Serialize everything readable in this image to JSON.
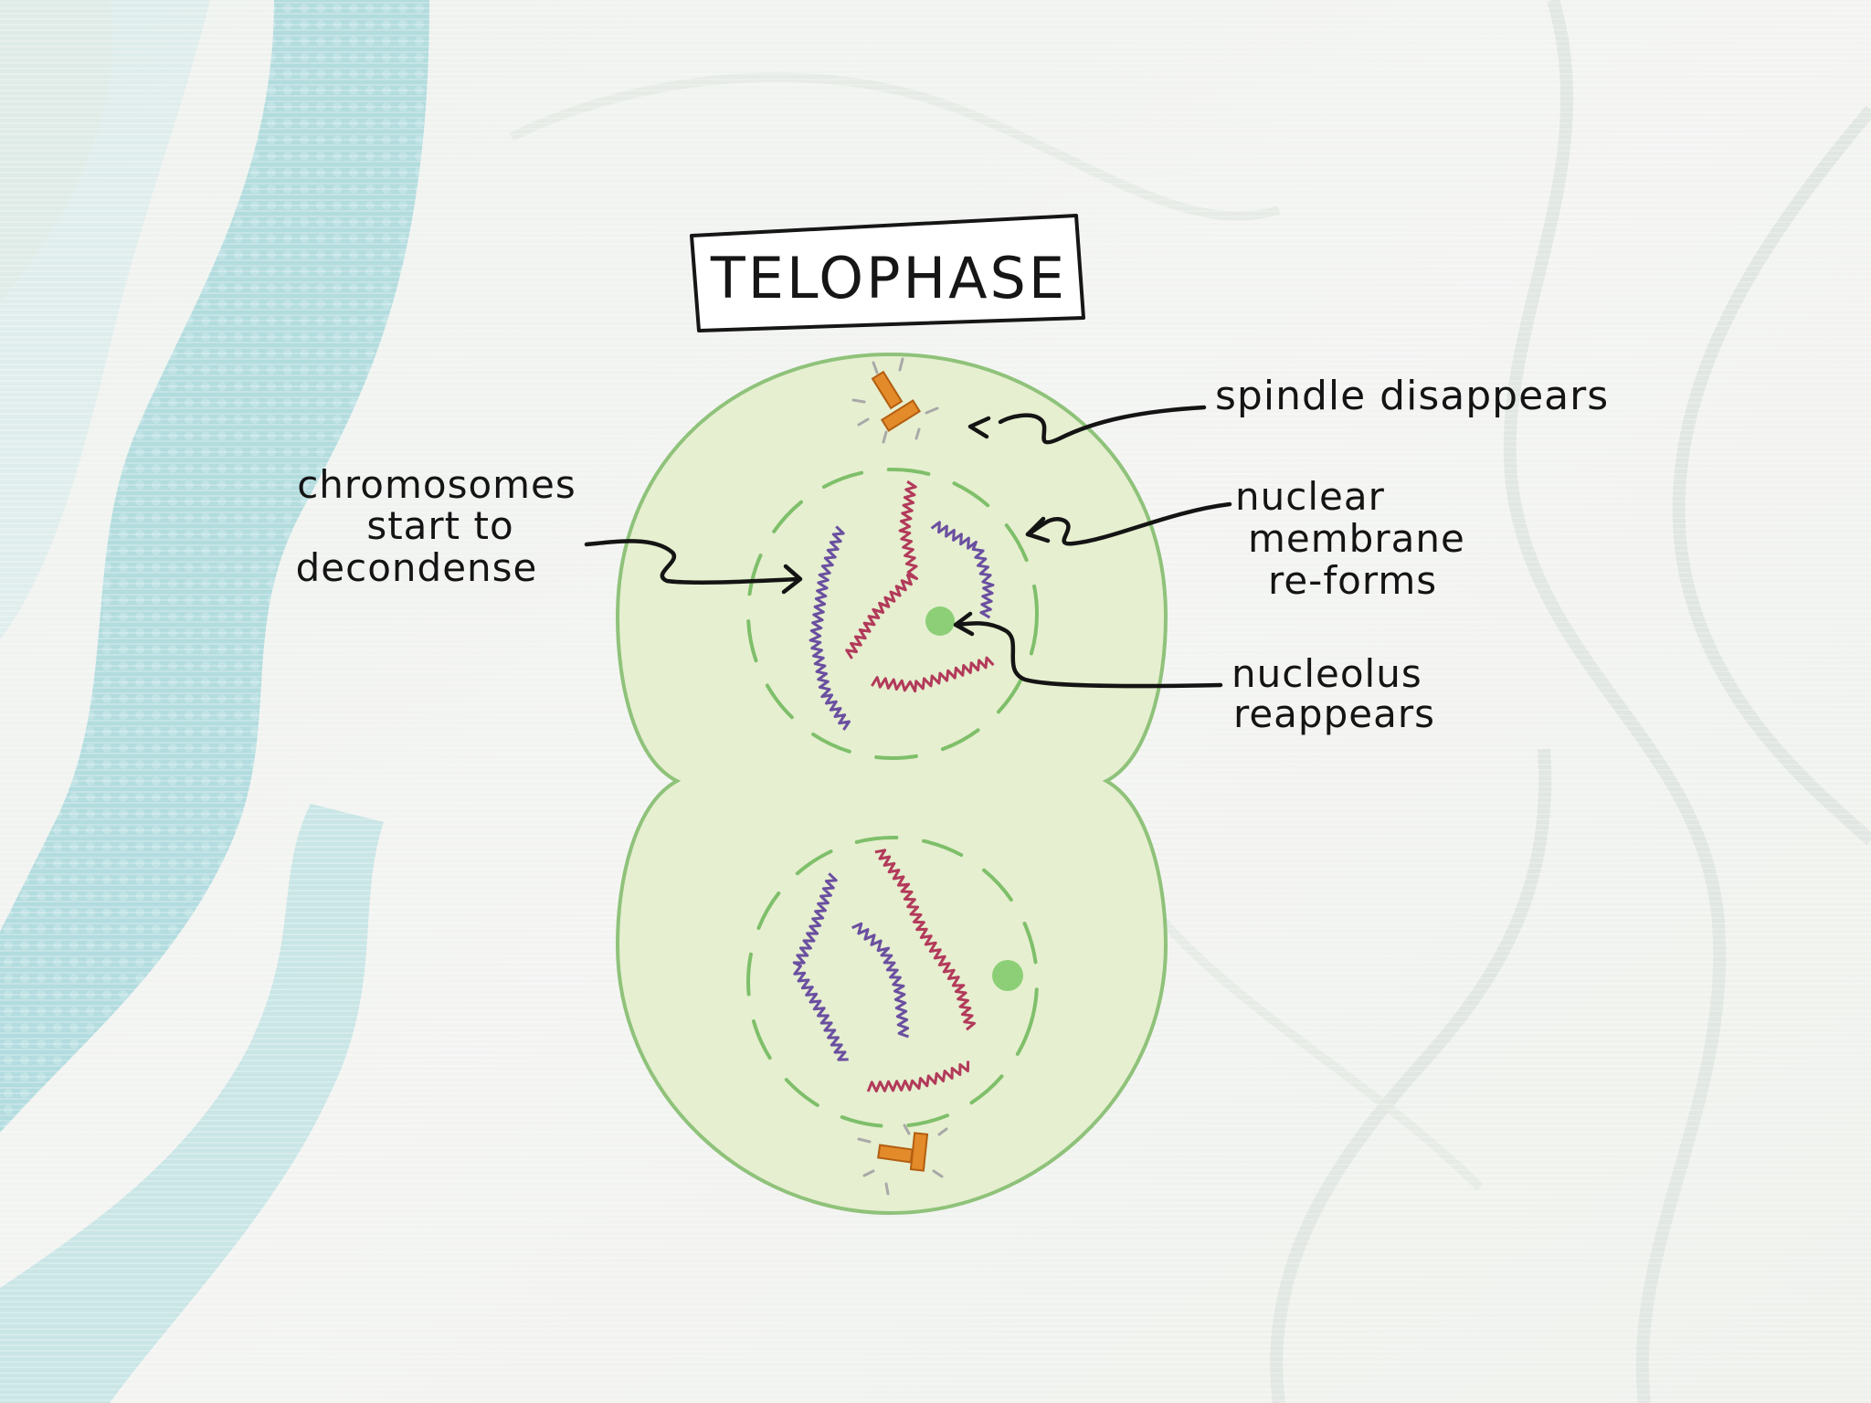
{
  "title": "TELOPHASE",
  "labels": {
    "spindle": [
      "spindle disappears"
    ],
    "chromosomes": [
      "chromosomes",
      "start to",
      "decondense"
    ],
    "membrane": [
      "nuclear",
      "membrane",
      "re-forms"
    ],
    "nucleolus": [
      "nucleolus",
      "reappears"
    ]
  },
  "colors": {
    "cell_fill": "#e6efd0",
    "cell_outline": "#8fc27a",
    "nuclear_membrane": "#7fbf6a",
    "nucleolus": "#8ccf77",
    "chromosome_purple": "#6a4fa0",
    "chromosome_red": "#b23a5a",
    "centriole": "#e38a2a",
    "dna_helix": "#9fd4d8"
  }
}
